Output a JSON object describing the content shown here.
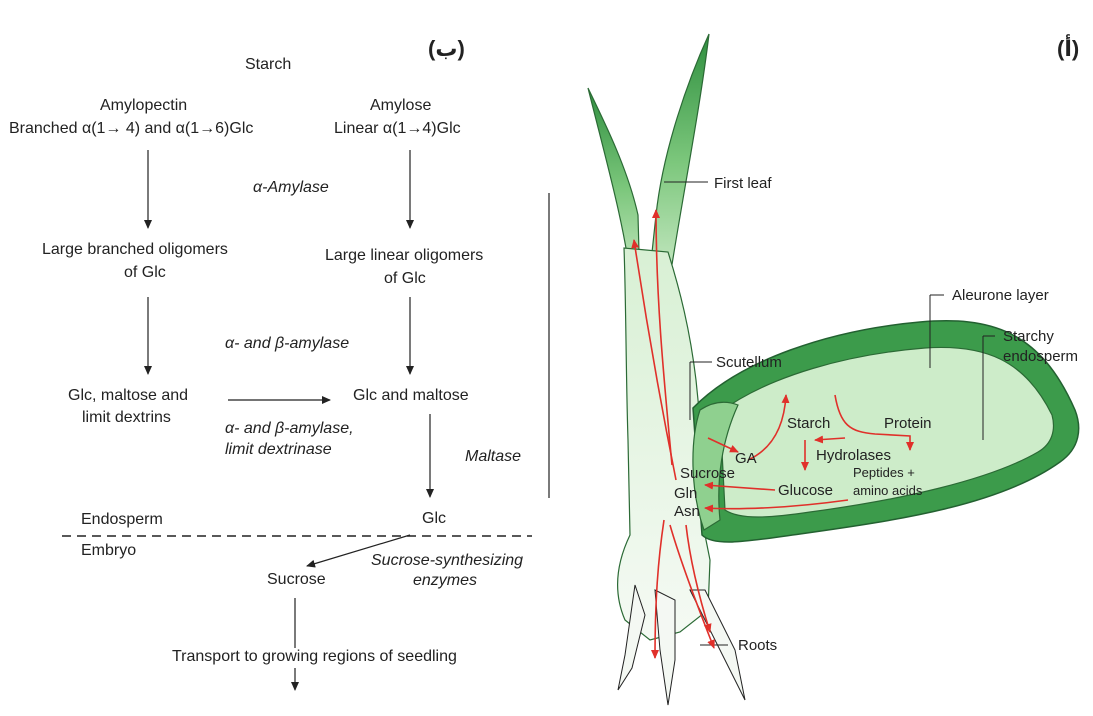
{
  "panel_b": {
    "panel_label": "(ب)",
    "starch": "Starch",
    "amylopectin": "Amylopectin",
    "amylopectin_desc": "Branched α(1→ 4) and  α(1→6)Glc",
    "amylose": "Amylose",
    "amylose_desc": "Linear α(1→4)Glc",
    "alpha_amylase": "α-Amylase",
    "branched_oligo_1": "Large branched oligomers",
    "branched_oligo_2": "of Glc",
    "linear_oligo_1": "Large linear oligomers",
    "linear_oligo_2": "of Glc",
    "alpha_beta_amylase": "α- and β-amylase",
    "limit_products_1": "Glc, maltose and",
    "limit_products_2": "limit dextrins",
    "glc_maltose": "Glc and maltose",
    "limit_dextrinase_1": "α- and β-amylase,",
    "limit_dextrinase_2": "limit dextrinase",
    "maltase": "Maltase",
    "glc": "Glc",
    "endosperm": "Endosperm",
    "embryo": "Embryo",
    "sucrose_enzymes_1": "Sucrose-synthesizing",
    "sucrose_enzymes_2": "enzymes",
    "sucrose": "Sucrose",
    "transport": "Transport to growing regions of seedling"
  },
  "panel_a": {
    "panel_label": "(أ)",
    "first_leaf": "First leaf",
    "aleurone_layer": "Aleurone layer",
    "starchy_endosperm_1": "Starchy",
    "starchy_endosperm_2": "endosperm",
    "scutellum": "Scutellum",
    "protein": "Protein",
    "starch": "Starch",
    "ga": "GA",
    "hydrolases": "Hydrolases",
    "sucrose": "Sucrose",
    "peptides_1": "Peptides +",
    "peptides_2": "amino acids",
    "gln": "Gln",
    "glucose": "Glucose",
    "asn": "Asn",
    "roots": "Roots"
  },
  "colors": {
    "dark_green": "#3a9a4a",
    "mid_green": "#8fd08f",
    "light_green": "#cdeccb",
    "pale_green": "#e6f5e3",
    "red_arrow": "#e0302a",
    "text": "#222222"
  }
}
